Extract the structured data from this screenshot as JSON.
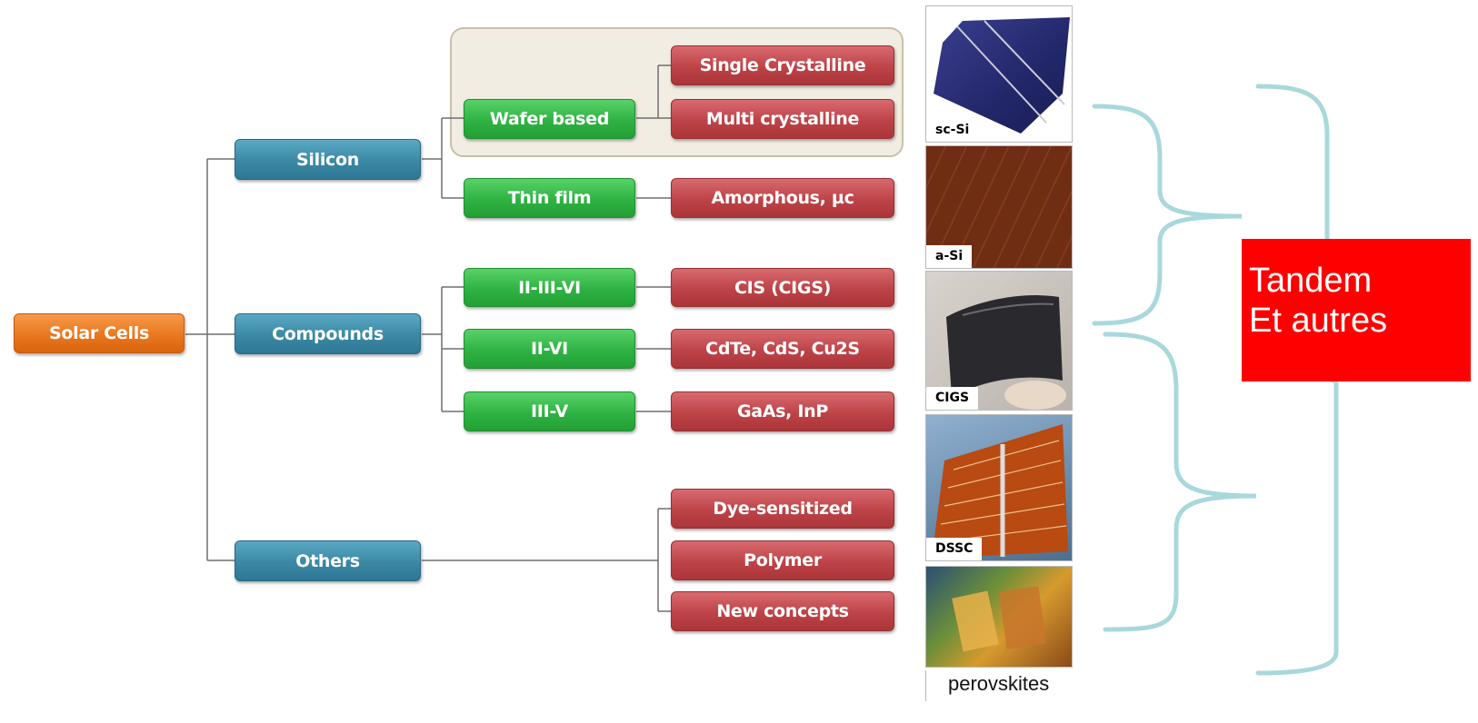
{
  "root": "Solar Cells",
  "categories": {
    "silicon": "Silicon",
    "compounds": "Compounds",
    "others": "Others"
  },
  "silicon_types": {
    "wafer": "Wafer based",
    "thin": "Thin film"
  },
  "compound_types": [
    "II-III-VI",
    "II-VI",
    "III-V"
  ],
  "materials": {
    "single": "Single Crystalline",
    "multi": "Multi crystalline",
    "amorphous": "Amorphous, µc",
    "cis": "CIS (CIGS)",
    "cdte": "CdTe, CdS, Cu2S",
    "gaas": "GaAs, InP",
    "dye": "Dye-sensitized",
    "polymer": "Polymer",
    "new": "New concepts"
  },
  "photos": [
    "sc-Si",
    "a-Si",
    "CIGS",
    "DSSC",
    "perovskites"
  ],
  "tandem": {
    "line1": "Tandem",
    "line2": "Et autres"
  },
  "colors": {
    "root": "#e9771f",
    "category": "#3b88a5",
    "subtype": "#2fb243",
    "material": "#bd4347",
    "bracket": "#a9d8dc",
    "tandem_bg": "#ff0000"
  }
}
